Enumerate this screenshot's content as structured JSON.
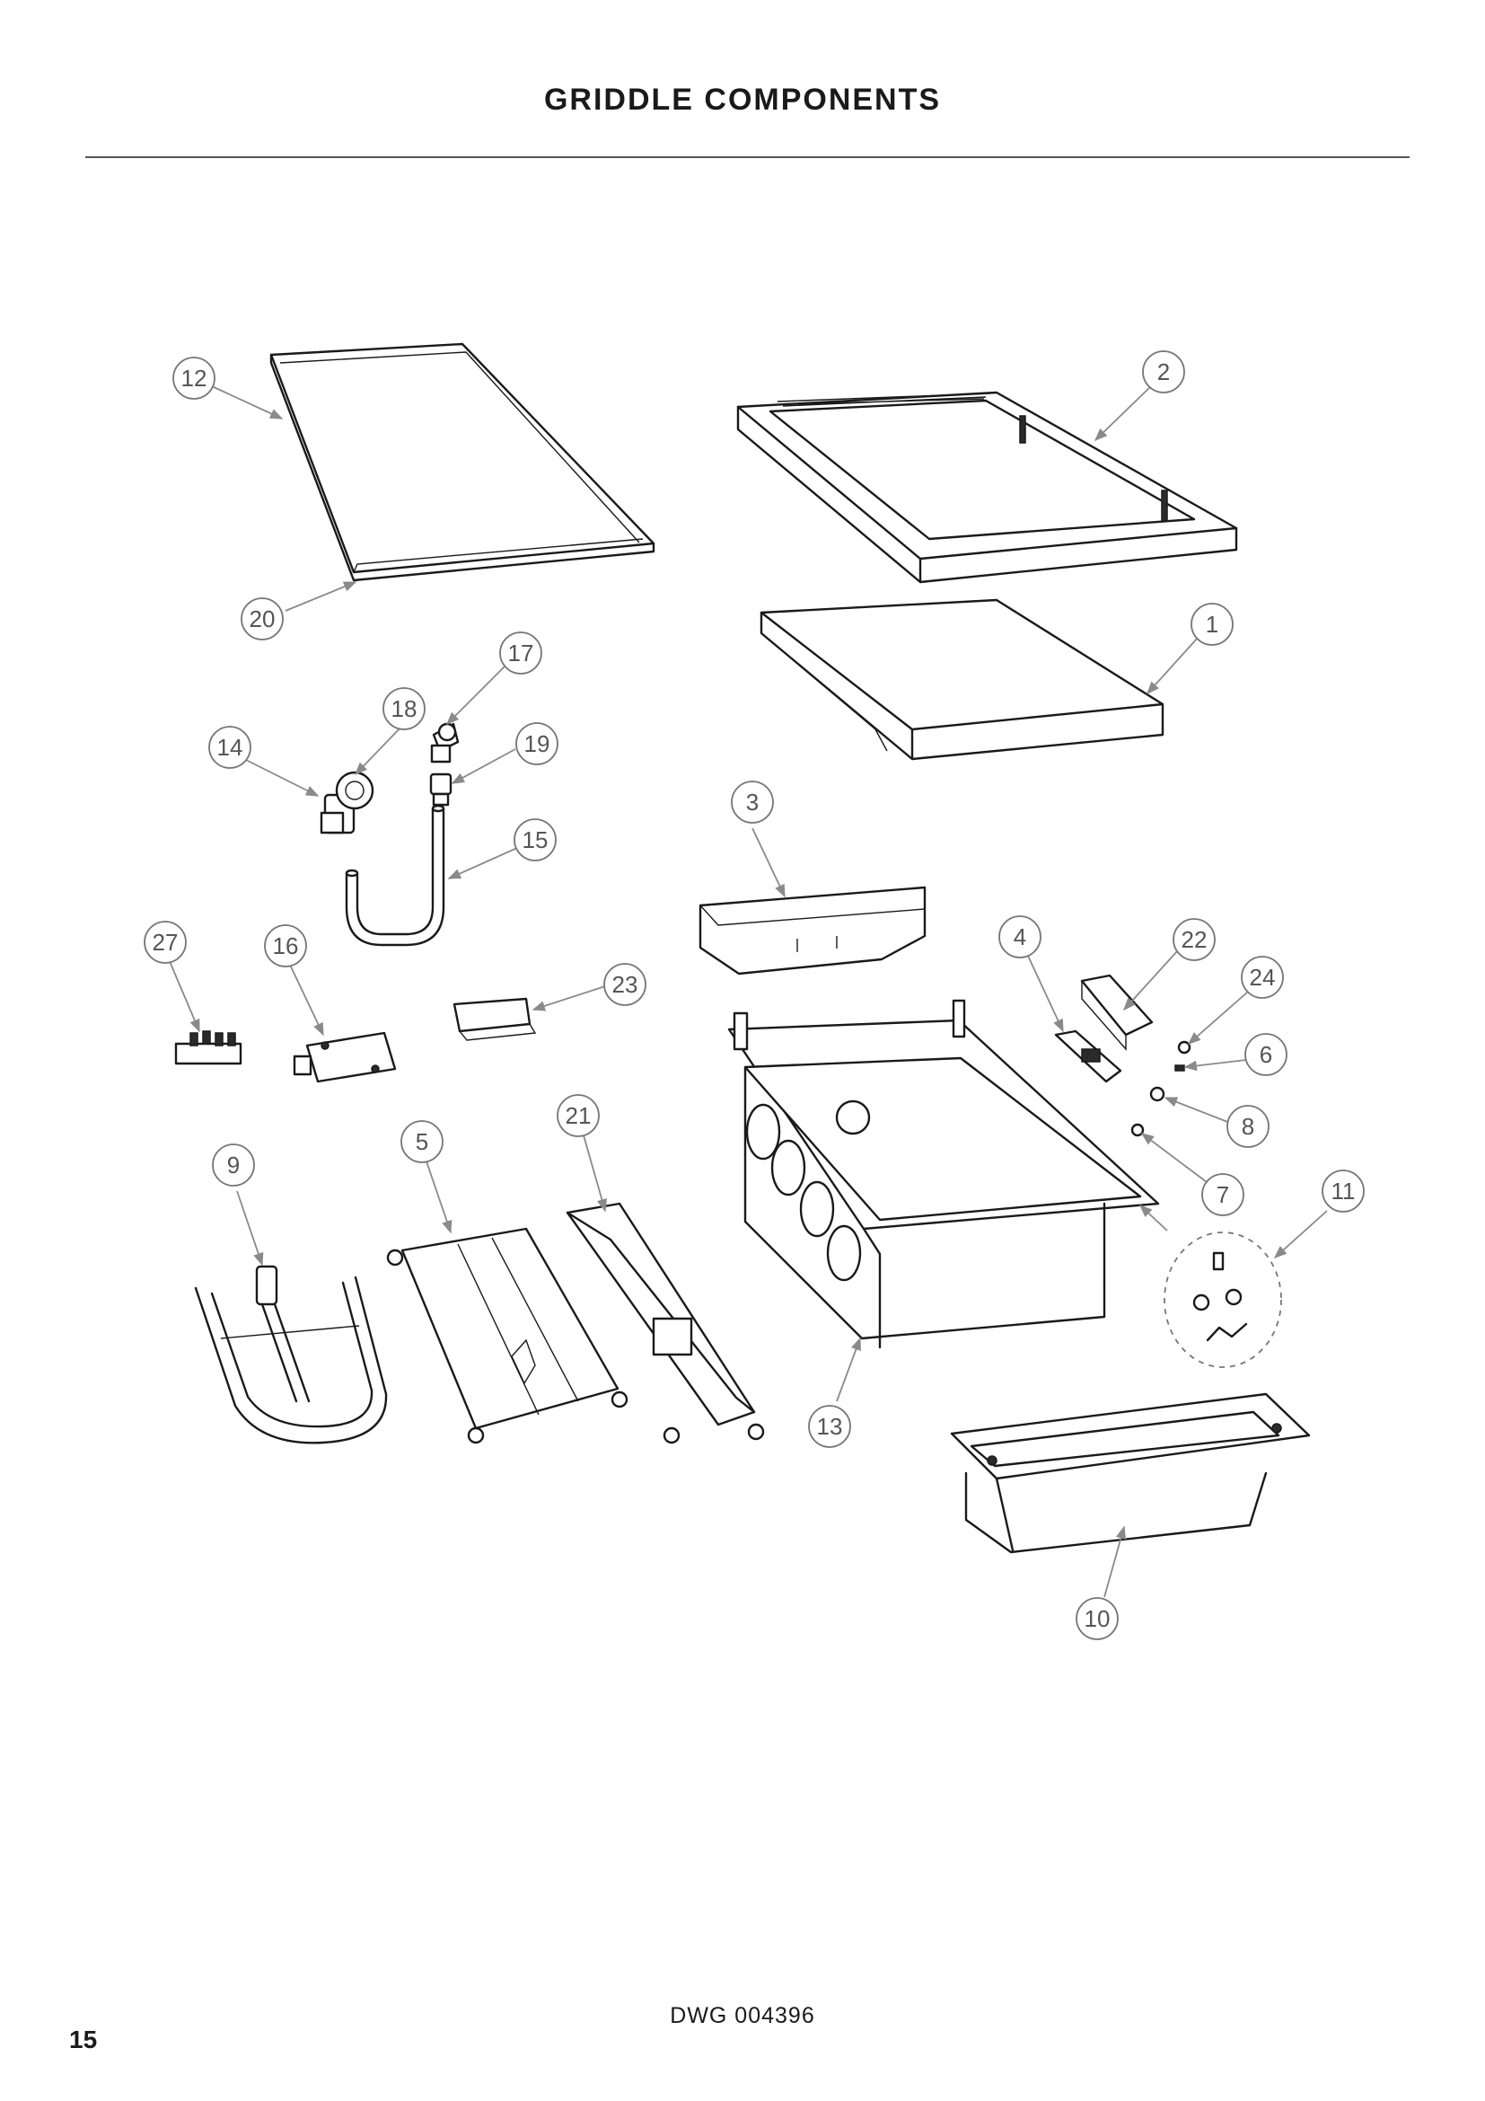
{
  "header": {
    "title": "GRIDDLE COMPONENTS"
  },
  "footer": {
    "drawing_number": "DWG 004396",
    "page_number": "15"
  },
  "callouts": [
    "1",
    "2",
    "3",
    "4",
    "5",
    "6",
    "7",
    "8",
    "9",
    "10",
    "11",
    "12",
    "13",
    "14",
    "15",
    "16",
    "17",
    "18",
    "19",
    "20",
    "21",
    "22",
    "23",
    "24",
    "27"
  ]
}
